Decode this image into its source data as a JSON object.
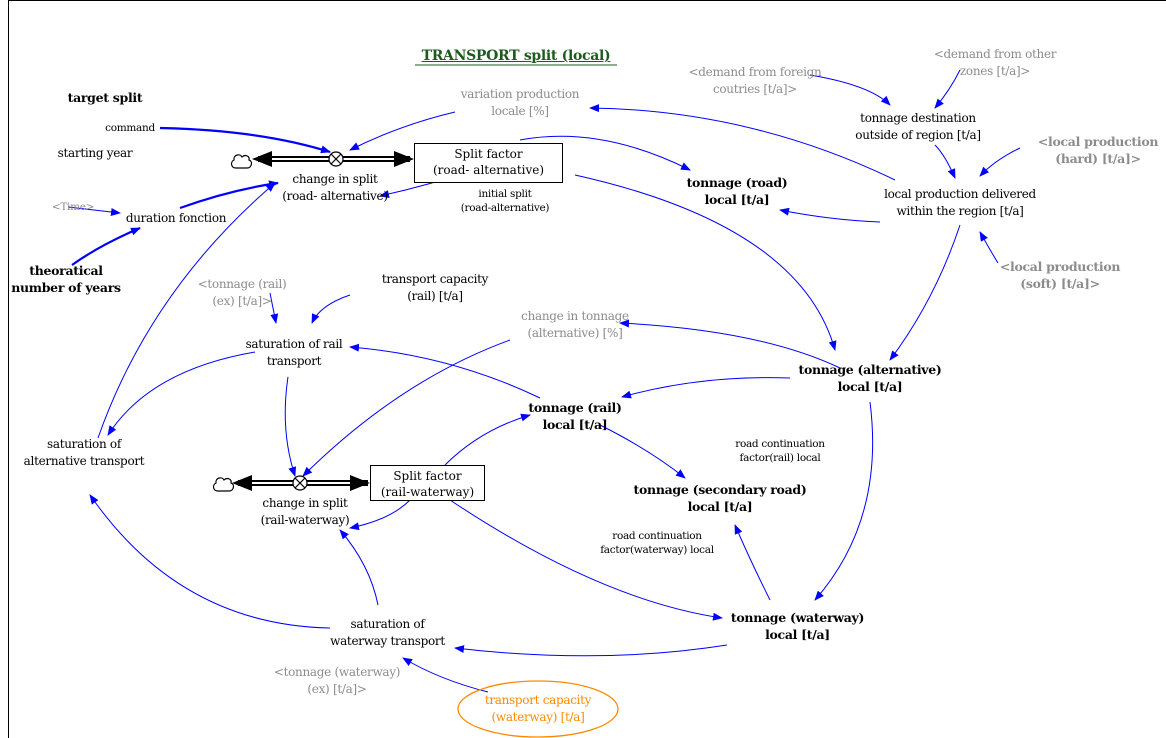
{
  "title": "TRANSPORT split (local)",
  "labels": {
    "target_split": "target split",
    "command": "command",
    "starting_year": "starting year",
    "time": "<Time>",
    "duration_fonction": "duration fonction",
    "theoretical_years": "theoratical\nnumber of years",
    "change_split_road": "change in split\n(road- alternative)",
    "split_factor_road": "Split factor\n(road- alternative)",
    "initial_split": "initial split\n(road-alternative)",
    "variation_production": "variation production\nlocale [%]",
    "tonnage_road": "tonnage (road)\nlocal [t/a]",
    "demand_foreign": "<demand from foreign\ncoutries [t/a]>",
    "demand_other": "<demand from other\nzones [t/a]>",
    "tonnage_destination": "tonnage destination\noutside of region [t/a]",
    "local_prod_hard": "<local production\n(hard) [t/a]>",
    "local_prod_delivered": "local production delivered\nwithin the region [t/a]",
    "local_prod_soft": "<local production\n(soft) [t/a]>",
    "tonnage_rail_ex": "<tonnage (rail)\n(ex) [t/a]>",
    "transport_capacity_rail": "transport capacity\n(rail) [t/a]",
    "saturation_rail": "saturation of rail\ntransport",
    "change_tonnage_alt": "change in tonnage\n(alternative) [%]",
    "tonnage_alternative": "tonnage (alternative)\nlocal [t/a]",
    "tonnage_rail": "tonnage (rail)\nlocal [t/a]",
    "road_cont_rail": "road continuation\nfactor(rail) local",
    "saturation_alternative": "saturation of\nalternative transport",
    "split_factor_rail": "Split factor\n(rail-waterway)",
    "change_split_rail": "change in split\n(rail-waterway)",
    "tonnage_secondary": "tonnage (secondary road)\nlocal [t/a]",
    "road_cont_waterway": "road continuation\nfactor(waterway) local",
    "tonnage_waterway": "tonnage (waterway)\nlocal [t/a]",
    "saturation_waterway": "saturation of\nwaterway transport",
    "tonnage_waterway_ex": "<tonnage (waterway)\n(ex) [t/a]>",
    "transport_capacity_waterway": "transport capacity\n(waterway) [t/a]"
  },
  "colors": {
    "link": "#0000ff",
    "title": "#1d5a1d",
    "shadow_variable": "#8c8c8c",
    "highlight": "#ff8a00"
  }
}
